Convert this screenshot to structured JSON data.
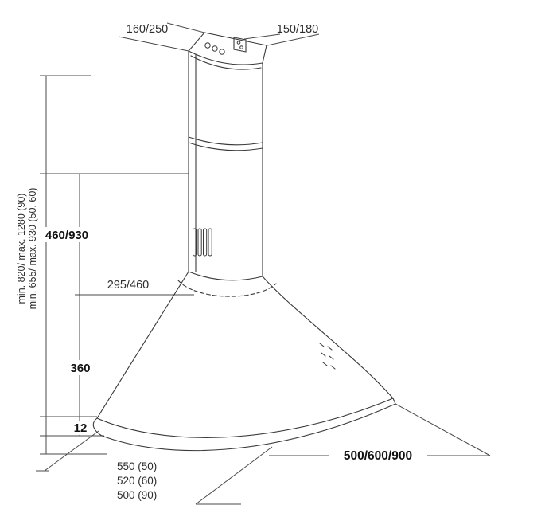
{
  "diagram": {
    "kind": "technical-drawing",
    "subject": "chimney cooker hood dimension drawing",
    "background": "#ffffff",
    "line_color": "#3a3a3a",
    "text_color": "#2d2d2d",
    "labels": {
      "top_left": "160/250",
      "top_right": "150/180",
      "side_height_90": "min. 820/ max. 1280 (90)",
      "side_height_50_60": "min. 655/ max. 930 (50, 60)",
      "chimney_height": "460/930",
      "chimney_width": "295/460",
      "dome_height": "360",
      "rim_height": "12",
      "hood_widths": "500/600/900",
      "depth_50": "550 (50)",
      "depth_60": "520 (60)",
      "depth_90": "500 (90)"
    }
  }
}
